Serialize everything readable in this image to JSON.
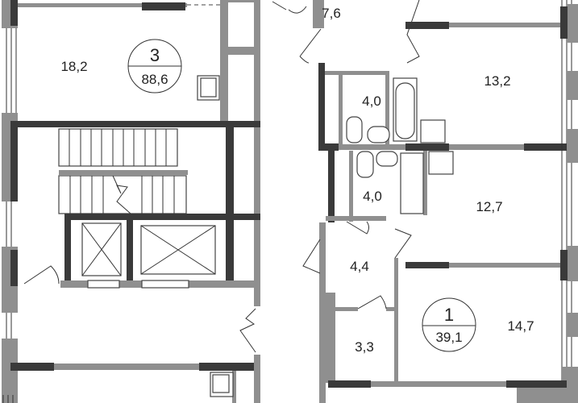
{
  "plan": {
    "apartment_3": {
      "number": "3",
      "total_area": "88,6",
      "rooms": {
        "living": "18,2"
      }
    },
    "apartment_2": {
      "rooms": {
        "hall": "7,6",
        "bath_top": "4,0",
        "room_top": "13,2",
        "bath_bottom": "4,0",
        "room_bottom": "12,7"
      }
    },
    "apartment_1": {
      "number": "1",
      "total_area": "39,1",
      "rooms": {
        "hall": "4,4",
        "storage": "3,3",
        "room": "14,7"
      }
    }
  },
  "colors": {
    "load_bearing_wall": "#3a3a3a",
    "partition_wall": "#8f8f8f"
  }
}
